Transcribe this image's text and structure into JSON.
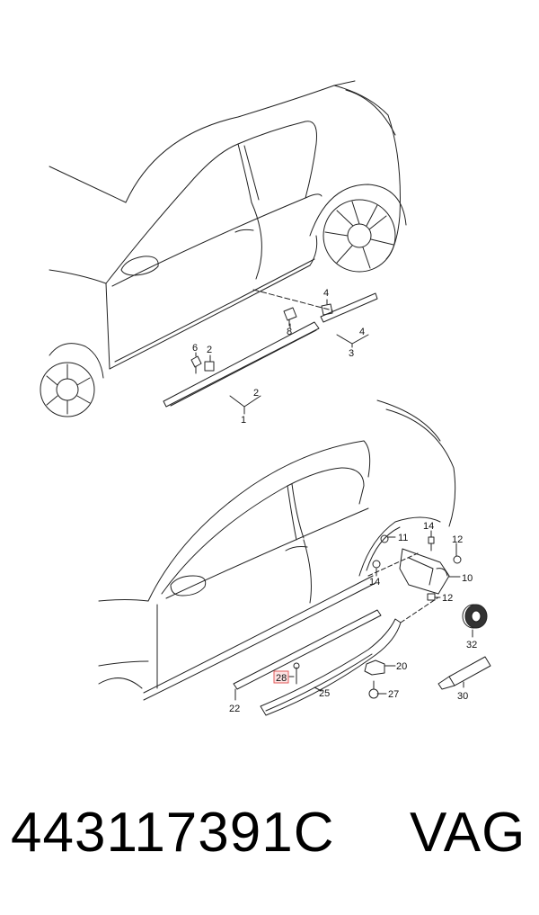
{
  "diagram": {
    "callouts": {
      "c1": "1",
      "c2a": "2",
      "c2b": "2",
      "c3": "3",
      "c4a": "4",
      "c4b": "4",
      "c6": "6",
      "c8": "8",
      "c10": "10",
      "c11": "11",
      "c12a": "12",
      "c12b": "12",
      "c14a": "14",
      "c14b": "14",
      "c20": "20",
      "c22": "22",
      "c25": "25",
      "c27": "27",
      "c28": "28",
      "c30": "30",
      "c32": "32"
    },
    "highlighted_callout": "28",
    "highlight_color": "#e25a5a"
  },
  "footer": {
    "part_number": "443117391C",
    "brand": "VAG"
  }
}
